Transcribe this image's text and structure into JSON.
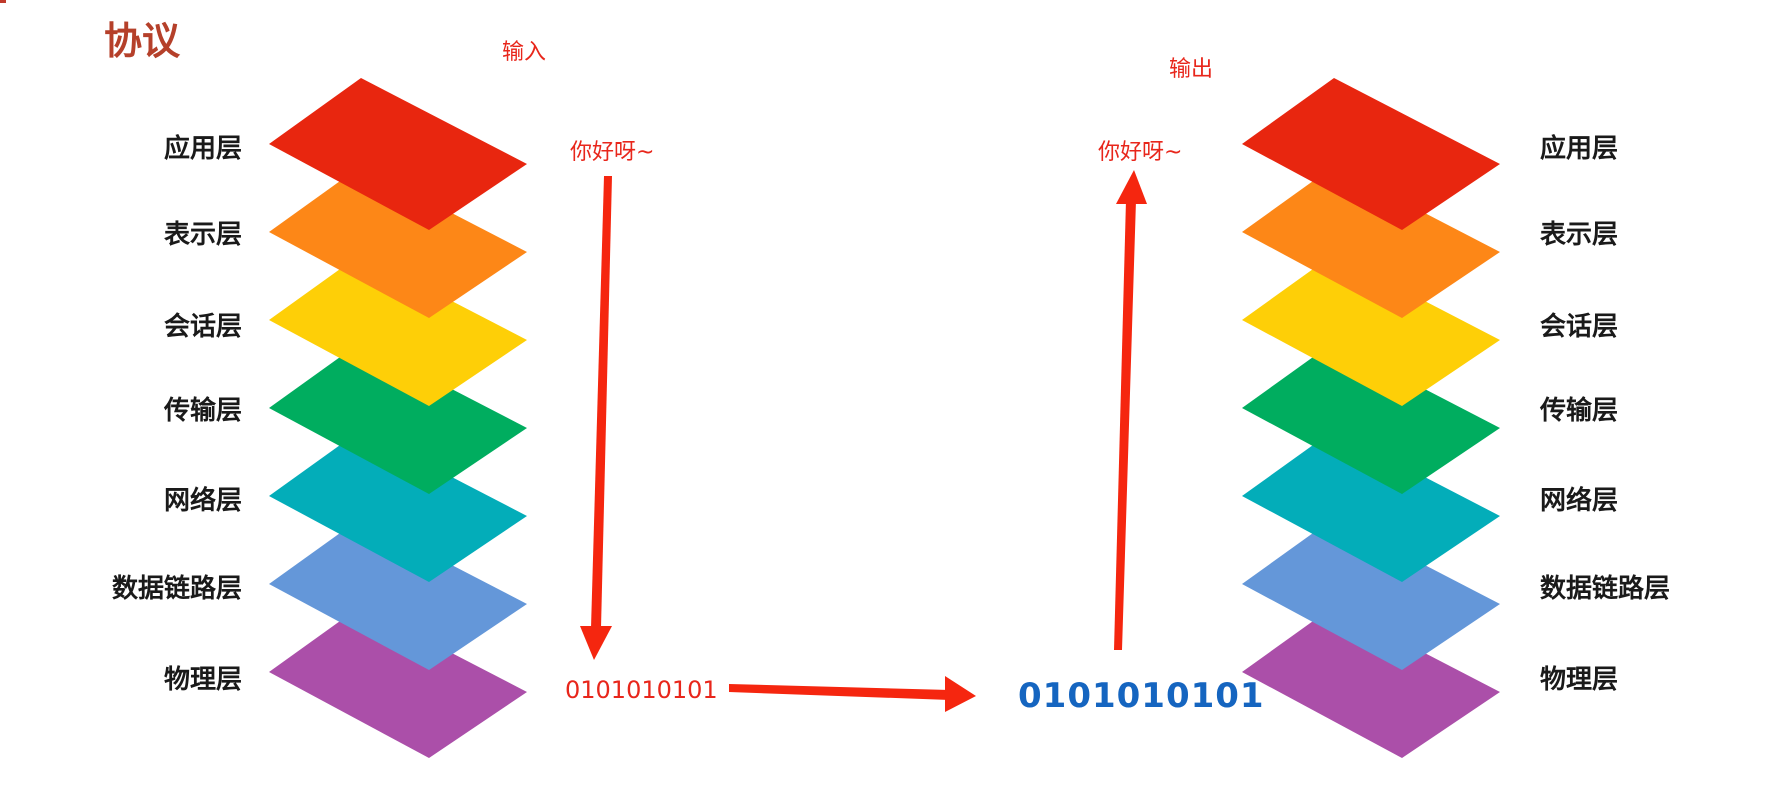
{
  "title": "协议",
  "input_label": "输入",
  "output_label": "输出",
  "message_left": "你好呀~",
  "message_right": "你好呀~",
  "bits_left": "0101010101",
  "bits_right": "0101010101",
  "layers": [
    {
      "name": "应用层",
      "color": "#e8260f"
    },
    {
      "name": "表示层",
      "color": "#fd8717"
    },
    {
      "name": "会话层",
      "color": "#fecf07"
    },
    {
      "name": "传输层",
      "color": "#00ad5f"
    },
    {
      "name": "网络层",
      "color": "#03adb9"
    },
    {
      "name": "数据链路层",
      "color": "#6497d9"
    },
    {
      "name": "物理层",
      "color": "#ab4fa9"
    }
  ],
  "colors": {
    "arrow": "#f5260f",
    "title": "#b5402a",
    "bits_right": "#1565c0"
  }
}
